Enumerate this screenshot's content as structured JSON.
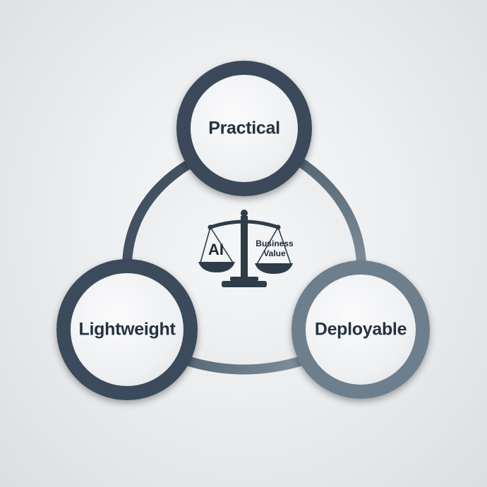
{
  "nodes": {
    "practical": {
      "label": "Practical"
    },
    "lightweight": {
      "label": "Lightweight"
    },
    "deployable": {
      "label": "Deployable"
    }
  },
  "center": {
    "left_pan": "AI",
    "right_pan_line1": "Business",
    "right_pan_line2": "Value",
    "icon": "balance-scale-icon"
  },
  "colors": {
    "dark_ring": "#3a4a5a",
    "light_ring": "#6d7f8d",
    "node_fill": "#f2f3f5",
    "text": "#26323f"
  }
}
